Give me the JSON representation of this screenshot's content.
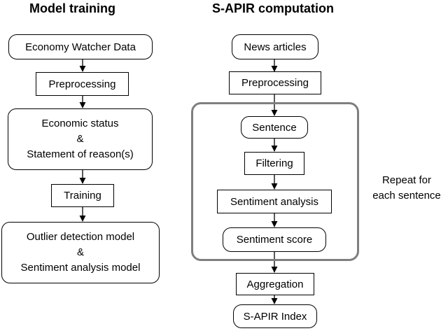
{
  "left_column": {
    "title": "Model training",
    "nodes": {
      "data_source": "Economy Watcher Data",
      "preprocessing": "Preprocessing",
      "inputs": [
        "Economic status",
        "&",
        "Statement of reason(s)"
      ],
      "training": "Training",
      "models": [
        "Outlier detection model",
        "&",
        "Sentiment analysis model"
      ]
    }
  },
  "right_column": {
    "title": "S-APIR computation",
    "nodes": {
      "news": "News articles",
      "preprocessing": "Preprocessing",
      "sentence": "Sentence",
      "filtering": "Filtering",
      "sentiment_analysis": "Sentiment analysis",
      "sentiment_score": "Sentiment score",
      "aggregation": "Aggregation",
      "index": "S-APIR Index"
    },
    "loop_note": [
      "Repeat for",
      "each sentence"
    ]
  },
  "colors": {
    "box_border": "#000000",
    "loop_border": "#7f7f7f",
    "arrow": "#000000"
  }
}
